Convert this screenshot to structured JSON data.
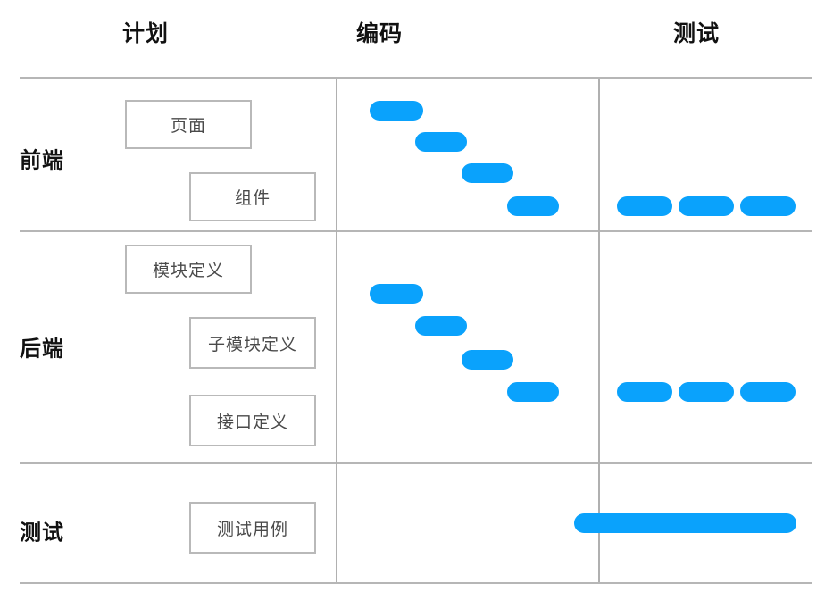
{
  "chart_data": {
    "type": "table",
    "title": "",
    "columns": [
      "计划",
      "编码",
      "测试"
    ],
    "rows": [
      "前端",
      "后端",
      "测试"
    ],
    "grid": true,
    "accent_color": "#0aa2fc",
    "border_color": "#b6b6b6",
    "box_border_color": "#b9b9b9",
    "cells": [
      {
        "row": "前端",
        "plan_tasks": [
          "页面",
          "组件"
        ],
        "coding_bars": 4,
        "test_bars": 3
      },
      {
        "row": "后端",
        "plan_tasks": [
          "模块定义",
          "子模块定义",
          "接口定义"
        ],
        "coding_bars": 4,
        "test_bars": 3
      },
      {
        "row": "测试",
        "plan_tasks": [
          "测试用例"
        ],
        "coding_bars": 0,
        "test_bars": 1
      }
    ]
  },
  "headers": {
    "plan": "计划",
    "coding": "编码",
    "testing": "测试"
  },
  "rows": {
    "frontend": {
      "label": "前端"
    },
    "backend": {
      "label": "后端"
    },
    "testing": {
      "label": "测试"
    }
  },
  "boxes": {
    "page": "页面",
    "component": "组件",
    "module_def": "模块定义",
    "submodule_def": "子模块定义",
    "interface_def": "接口定义",
    "test_case": "测试用例"
  }
}
